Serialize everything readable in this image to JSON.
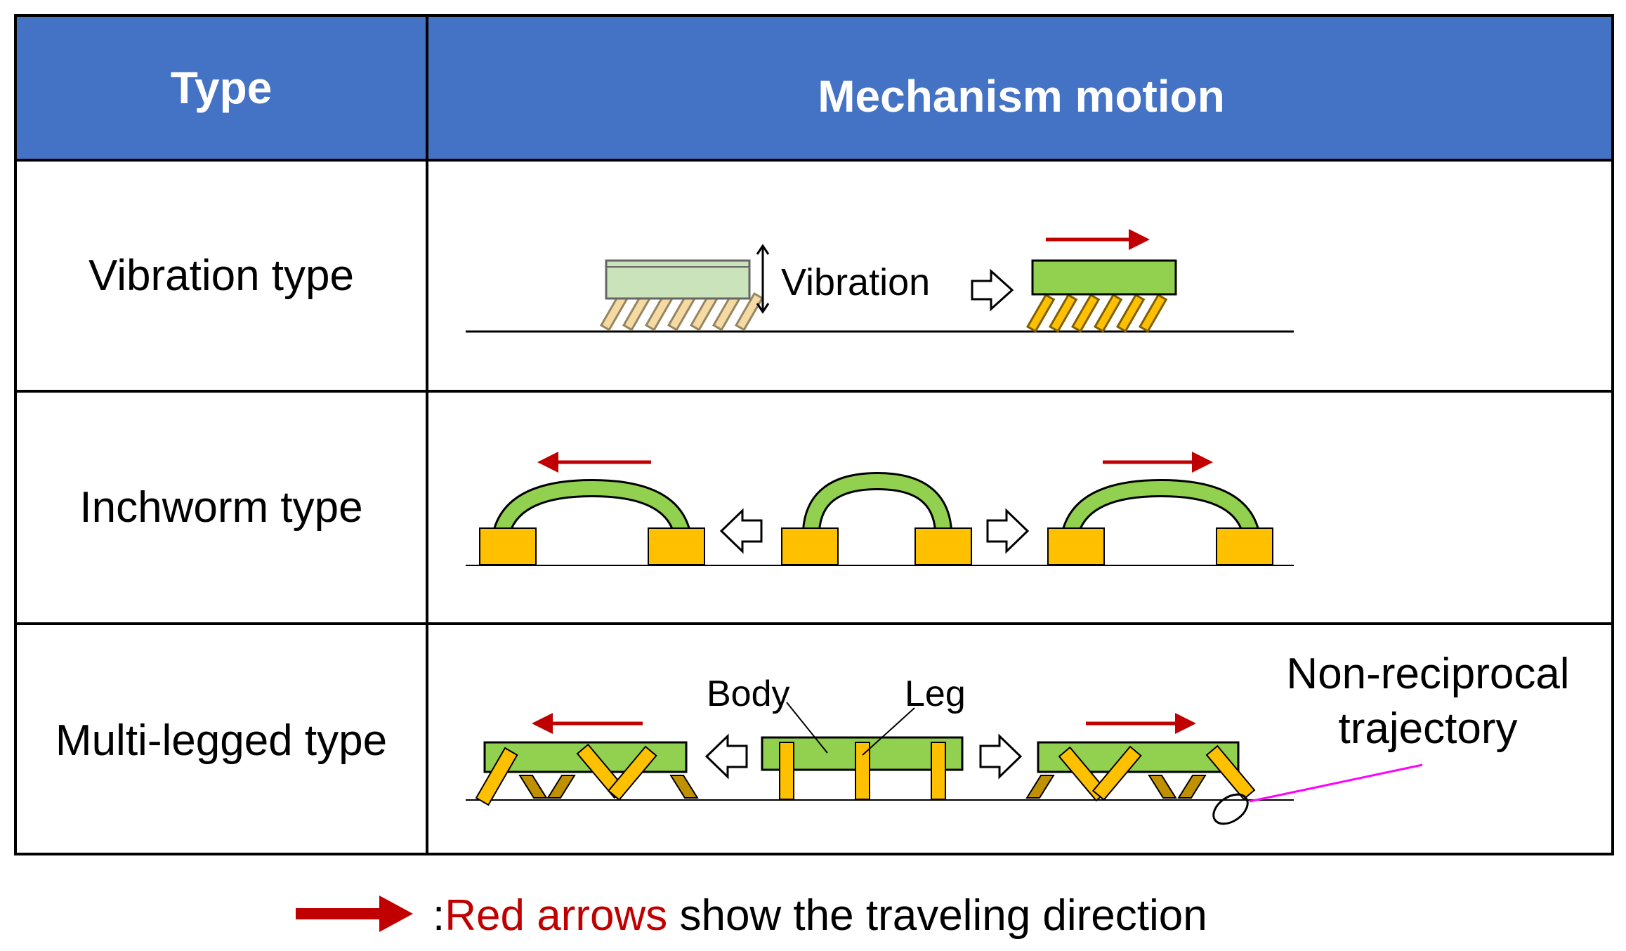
{
  "header": {
    "type": "Type",
    "mechanism": "Mechanism motion"
  },
  "rows": [
    {
      "type_label": "Vibration type",
      "annotation": "Vibration"
    },
    {
      "type_label": "Inchworm type"
    },
    {
      "type_label": "Multi-legged type",
      "body_label": "Body",
      "leg_label": "Leg",
      "trajectory_label_1": "Non-reciprocal",
      "trajectory_label_2": "trajectory"
    }
  ],
  "legend": {
    "prefix": ": ",
    "highlight": "Red arrows",
    "suffix": " show the traveling direction"
  },
  "colors": {
    "header_bg": "#4472c4",
    "body_green": "#92d050",
    "body_light": "#c5e0b4",
    "leg_orange": "#ffc000",
    "leg_dark": "#bf9000",
    "arrow_red": "#c00000",
    "trajectory_pink": "#ff00ff"
  }
}
